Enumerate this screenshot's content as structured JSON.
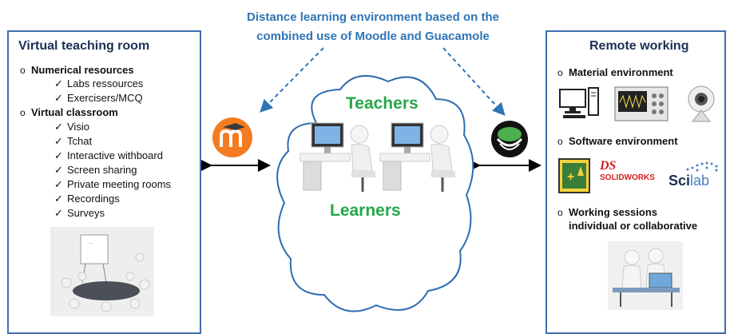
{
  "title": {
    "line1": "Distance learning environment based on the",
    "line2": "combined use of Moodle and Guacamole"
  },
  "left_panel": {
    "title": "Virtual teaching room",
    "sections": [
      {
        "label": "Numerical resources",
        "items": [
          "Labs ressources",
          "Exercisers/MCQ"
        ]
      },
      {
        "label": "Virtual classroom",
        "items": [
          "Visio",
          "Tchat",
          "Interactive withboard",
          "Screen sharing",
          "Private meeting rooms",
          "Recordings",
          "Surveys"
        ]
      }
    ],
    "image_icon": "meeting-table-icon"
  },
  "center": {
    "cloud_top_label": "Teachers",
    "cloud_bottom_label": "Learners",
    "left_logo_icon": "moodle-logo-icon",
    "right_logo_icon": "guacamole-logo-icon"
  },
  "right_panel": {
    "title": "Remote working",
    "sections": [
      {
        "label": "Material environment",
        "icons": [
          "desktop-computer-icon",
          "oscilloscope-icon",
          "webcam-icon"
        ]
      },
      {
        "label": "Software environment",
        "icons": [
          "labview-logo-icon",
          "solidworks-logo-icon",
          "scilab-logo-icon"
        ]
      },
      {
        "label": "Working sessions",
        "label2": "individual or collaborative",
        "icons": [
          "collaboration-icon"
        ]
      }
    ],
    "solidworks_text": "SOLIDWORKS",
    "solidworks_mark": "DS",
    "scilab_text_1": "Sci",
    "scilab_text_2": "lab"
  },
  "colors": {
    "panel_border": "#3f6fb0",
    "title_blue": "#2e75b6",
    "green": "#24a84a",
    "moodle_orange": "#f47b20",
    "solidworks_red": "#d42020"
  }
}
